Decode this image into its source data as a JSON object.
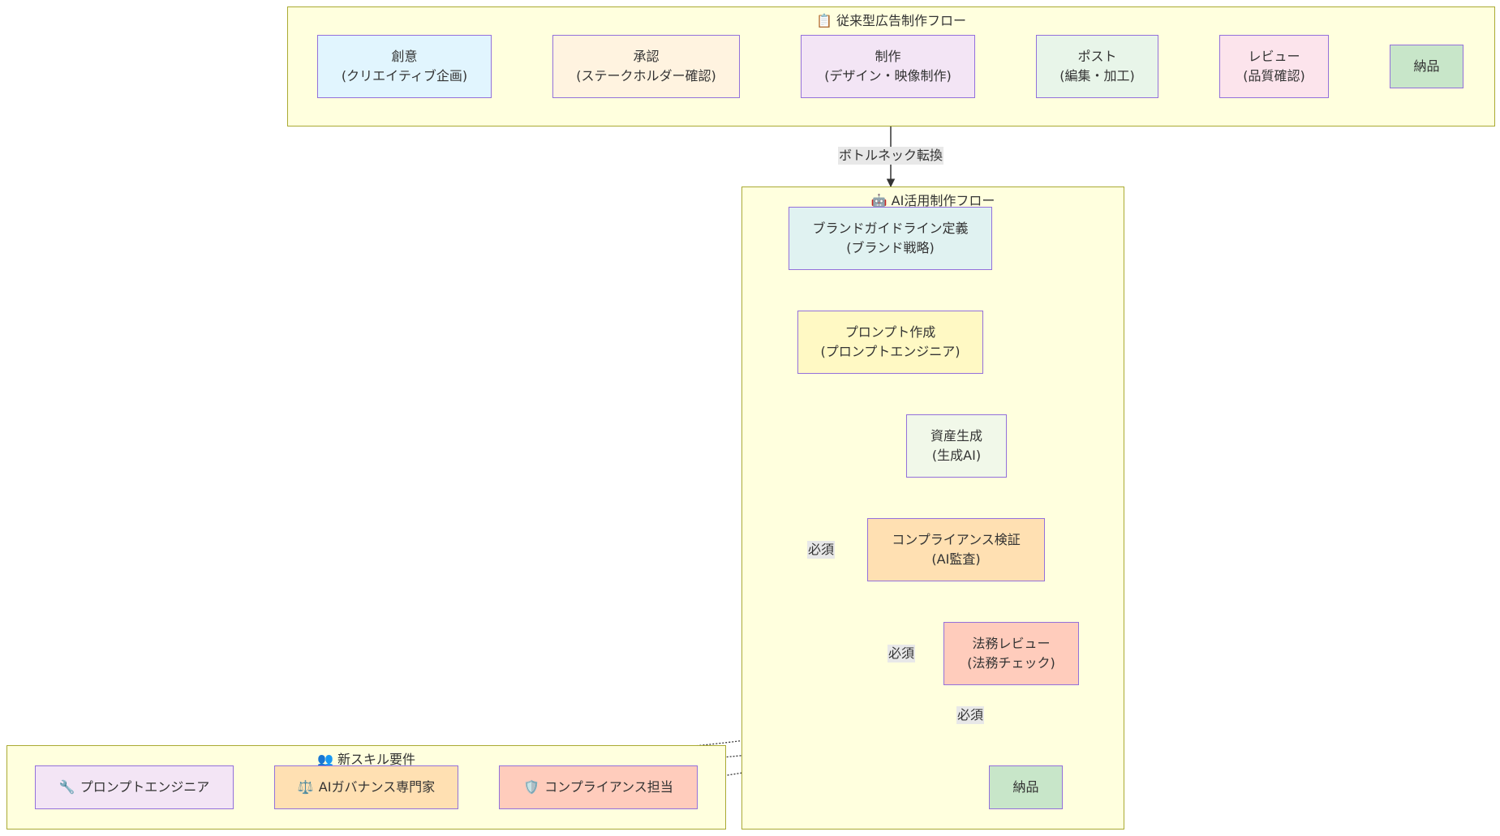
{
  "clusters": {
    "traditional": {
      "icon": "📋",
      "title": "従来型広告制作フロー"
    },
    "ai": {
      "icon": "🤖",
      "title": "AI活用制作フロー"
    },
    "skills": {
      "icon": "👥",
      "title": "新スキル要件"
    }
  },
  "traditional_nodes": [
    {
      "line1": "創意",
      "line2": "(クリエイティブ企画)",
      "fill": "#e1f5fe"
    },
    {
      "line1": "承認",
      "line2": "(ステークホルダー確認)",
      "fill": "#fff3e0"
    },
    {
      "line1": "制作",
      "line2": "(デザイン・映像制作)",
      "fill": "#f3e5f5"
    },
    {
      "line1": "ポスト",
      "line2": "(編集・加工)",
      "fill": "#e8f5e9"
    },
    {
      "line1": "レビュー",
      "line2": "(品質確認)",
      "fill": "#fce4ec"
    },
    {
      "line1": "納品",
      "line2": "",
      "fill": "#c8e6c9"
    }
  ],
  "ai_nodes": [
    {
      "line1": "ブランドガイドライン定義",
      "line2": "(ブランド戦略)",
      "fill": "#e0f2f1"
    },
    {
      "line1": "プロンプト作成",
      "line2": "(プロンプトエンジニア)",
      "fill": "#fff9c4"
    },
    {
      "line1": "資産生成",
      "line2": "(生成AI)",
      "fill": "#f1f8e9"
    },
    {
      "line1": "コンプライアンス検証",
      "line2": "(AI監査)",
      "fill": "#ffe0b2"
    },
    {
      "line1": "法務レビュー",
      "line2": "(法務チェック)",
      "fill": "#ffccbc"
    },
    {
      "line1": "納品",
      "line2": "",
      "fill": "#c8e6c9"
    }
  ],
  "skill_nodes": [
    {
      "icon": "🔧",
      "label": "プロンプトエンジニア",
      "fill": "#f3e5f5"
    },
    {
      "icon": "⚖️",
      "label": "AIガバナンス専門家",
      "fill": "#ffe0b2"
    },
    {
      "icon": "🛡️",
      "label": "コンプライアンス担当",
      "fill": "#ffccbc"
    }
  ],
  "edge_labels": {
    "bottleneck": "ボトルネック転換",
    "required": "必須"
  },
  "colors": {
    "cluster_fill": "#ffffde",
    "cluster_border": "#aaaa33",
    "node_border": "#9370db",
    "edge": "#333333",
    "edge_label_bg": "#e8e8e8"
  }
}
